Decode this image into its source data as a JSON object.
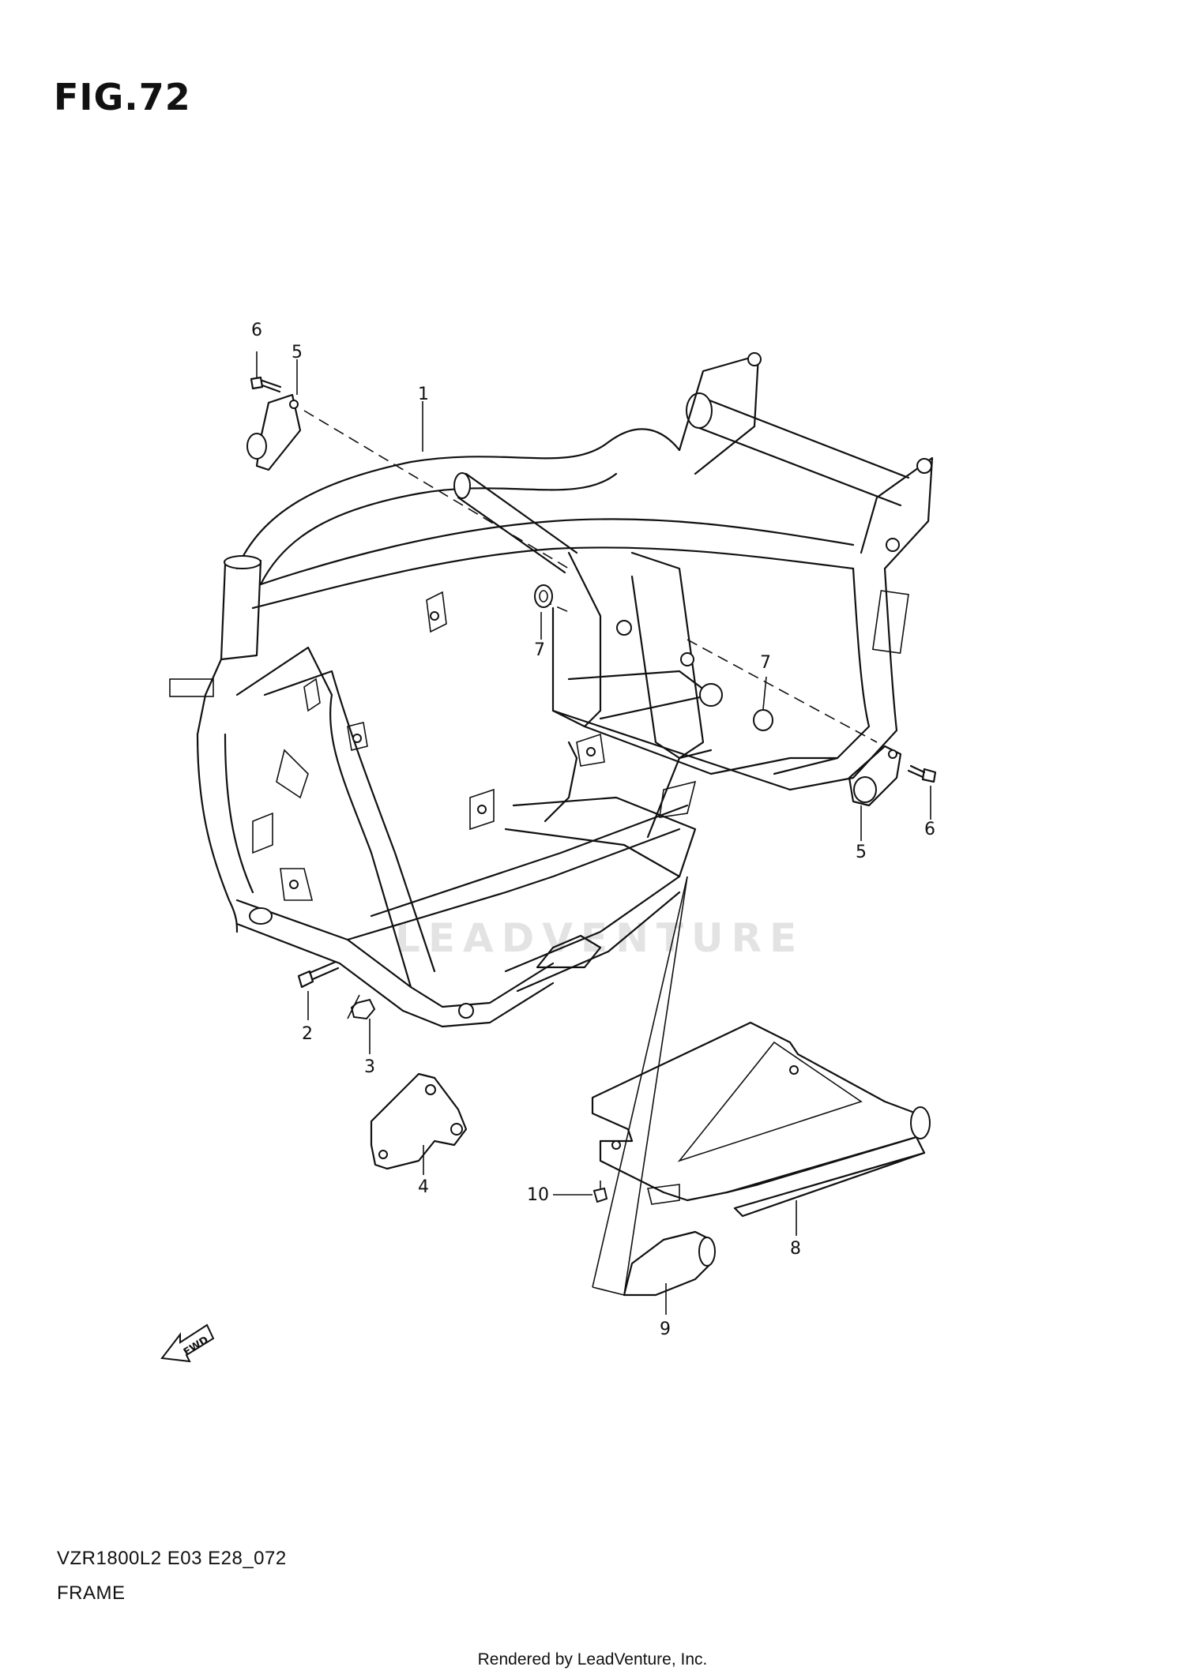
{
  "figure": {
    "title": "FIG.72"
  },
  "callouts": [
    {
      "id": "c1",
      "label": "1"
    },
    {
      "id": "c2",
      "label": "2"
    },
    {
      "id": "c3",
      "label": "3"
    },
    {
      "id": "c4",
      "label": "4"
    },
    {
      "id": "c5a",
      "label": "5"
    },
    {
      "id": "c5b",
      "label": "5"
    },
    {
      "id": "c6a",
      "label": "6"
    },
    {
      "id": "c6b",
      "label": "6"
    },
    {
      "id": "c7a",
      "label": "7"
    },
    {
      "id": "c7b",
      "label": "7"
    },
    {
      "id": "c8",
      "label": "8"
    },
    {
      "id": "c9",
      "label": "9"
    },
    {
      "id": "c10",
      "label": "10"
    }
  ],
  "forward_arrow": {
    "label": "FWD"
  },
  "watermark": {
    "text": "LEADVENTURE"
  },
  "footer": {
    "model_code": "VZR1800L2 E03 E28_072",
    "model_name": "FRAME",
    "credit": "Rendered by LeadVenture, Inc."
  }
}
